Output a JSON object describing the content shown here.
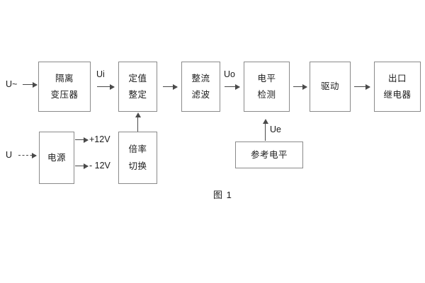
{
  "figure": {
    "caption": "图 1",
    "colors": {
      "box_border": "#8a8a8a",
      "connector": "#4a4a4a",
      "text": "#1b1b1b",
      "background": "#ffffff"
    }
  },
  "blocks": {
    "isolation_transformer": {
      "line1": "隔离",
      "line2": "变压器"
    },
    "setting_value": {
      "line1": "定值",
      "line2": "整定"
    },
    "rectify_filter": {
      "line1": "整流",
      "line2": "滤波"
    },
    "level_detection": {
      "line1": "电平",
      "line2": "检测"
    },
    "drive": {
      "line1": "驱动"
    },
    "output_relay": {
      "line1": "出口",
      "line2": "继电器"
    },
    "power_supply": {
      "line1": "电源"
    },
    "ratio_switch": {
      "line1": "倍率",
      "line2": "切换"
    },
    "reference_level": {
      "line1": "参考电平"
    }
  },
  "signals": {
    "ac_input": "U~",
    "dc_input": "U",
    "ui": "Ui",
    "uo": "Uo",
    "ue": "Ue",
    "pos_12v": "+12V",
    "neg_12v": "- 12V"
  }
}
